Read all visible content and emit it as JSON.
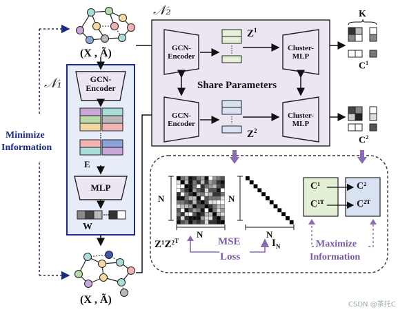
{
  "labels": {
    "n2": "𝒩₂",
    "n1": "𝒩₁",
    "x_a_top": "(X , Ã)",
    "x_a_bottom": "(X , Ã)",
    "minimize_1": "Minimize",
    "minimize_2": "Information",
    "gcn_encoder_left": "GCN-\nEncoder",
    "gcn_encoder_top": "GCN-\nEncoder",
    "gcn_encoder_bottom": "GCN-\nEncoder",
    "cluster_mlp_top": "Cluster-\nMLP",
    "cluster_mlp_bottom": "Cluster-\nMLP",
    "mlp": "MLP",
    "share_parameters": "Share Parameters",
    "e": "E",
    "w": "W",
    "z1": "Z",
    "z1_sup": "1",
    "z2": "Z",
    "z2_sup": "2",
    "k": "K",
    "c1": "C",
    "c1_sup": "1",
    "c2": "C",
    "c2_sup": "2",
    "n_left": "N",
    "n_right": "N",
    "n_bottom1": "N",
    "n_bottom2": "N",
    "zz": "Z¹Z²",
    "zz_sup": "T",
    "mse_1": "MSE",
    "mse_2": "Loss",
    "i_n": "I",
    "i_n_sub": "N",
    "maximize_1": "Maximize",
    "maximize_2": "Information",
    "mat_c1": "C¹",
    "mat_c1t": "C¹ᵀ",
    "mat_c2": "C²",
    "mat_c2t": "C²ᵀ",
    "watermark": "CSDN @茶托C"
  },
  "colors": {
    "purple_dark": "#7a5aa6",
    "lavender": "#ece6f3",
    "n1_fill": "#e6ecf8",
    "n1_border": "#1a2a8a",
    "green": "#e3f0d6",
    "blue_light": "#d9e2f3"
  }
}
